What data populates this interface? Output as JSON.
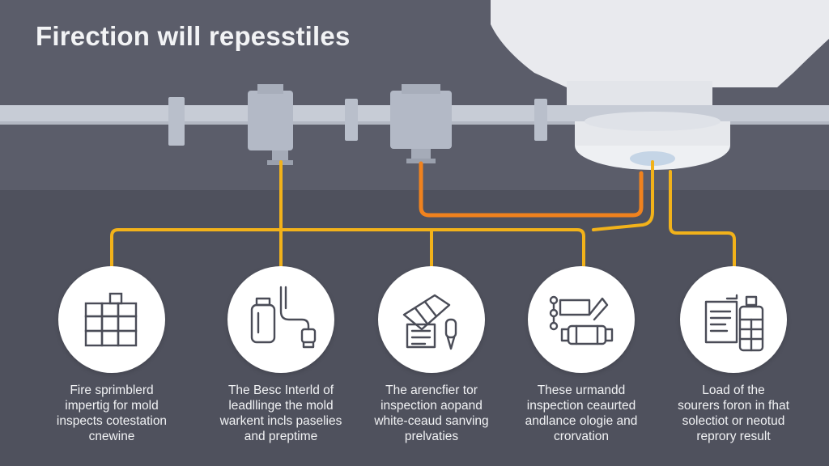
{
  "title": "Firection will repesstiles",
  "steps": [
    {
      "icon": "grid-blocks-icon",
      "lines": [
        "Fire sprimblerd",
        "impertig for mold",
        "inspects cotestation",
        "cnewine"
      ]
    },
    {
      "icon": "sprinkler-valve-icon",
      "lines": [
        "The Besc Interld of",
        "leadllinge the mold",
        "warkent incls paselies",
        "and preptime"
      ]
    },
    {
      "icon": "inspection-tools-icon",
      "lines": [
        "The arencfier tor",
        "inspection aopand",
        "white-ceaud sanving",
        "prelvaties"
      ]
    },
    {
      "icon": "detector-equipment-icon",
      "lines": [
        "These urmandd",
        "inspection ceaurted",
        "andlance ologie and",
        "crorvation"
      ]
    },
    {
      "icon": "report-document-icon",
      "lines": [
        "Load of the",
        "sourers foron in fhat",
        "solectiot or neotud",
        "reprory result"
      ]
    }
  ],
  "colors": {
    "background": "#51535f",
    "pipe": "#c9ced8",
    "line_yellow": "#f2b21a",
    "line_orange": "#f0821e",
    "text": "#f1f2f4"
  }
}
